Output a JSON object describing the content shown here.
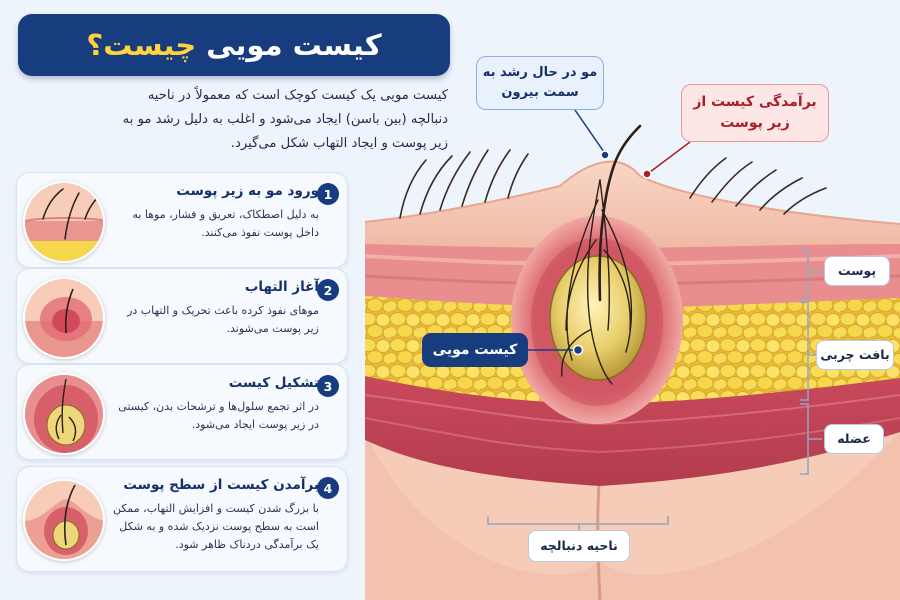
{
  "title": {
    "part1": "کیست مویی",
    "part2": "چیست؟"
  },
  "intro": "کیست مویی یک کیست کوچک است که معمولاً در ناحیه دنبالچه (بین باسن) ایجاد می‌شود و اغلب به دلیل رشد مو به زیر پوست و ایجاد التهاب شکل می‌گیرد.",
  "steps": [
    {
      "number": "1",
      "title": "ورود مو به زیر پوست",
      "desc": "به دلیل اصطکاک، تعریق و فشار، موها به داخل پوست نفوذ می‌کنند."
    },
    {
      "number": "2",
      "title": "آغاز التهاب",
      "desc": "موهای نفوذ کرده باعث تحریک و التهاب در زیر پوست می‌شوند."
    },
    {
      "number": "3",
      "title": "تشکیل کیست",
      "desc": "در اثر تجمع سلول‌ها و ترشحات بدن، کیستی در زیر پوست ایجاد می‌شود."
    },
    {
      "number": "4",
      "title": "برآمدن کیست از سطح پوست",
      "desc": "با بزرگ شدن کیست و افزایش التهاب، ممکن است به سطح پوست نزدیک شده و به شکل یک برآمدگی دردناک ظاهر شود."
    }
  ],
  "labels": {
    "hair_growing": "مو در حال رشد به سمت بیرون",
    "bulge": "برآمدگی کیست از زیر پوست",
    "cyst": "کیست مویی",
    "skin": "پوست",
    "fat": "بافت چربی",
    "muscle": "عضله",
    "region": "ناحیه دنبالچه"
  },
  "colors": {
    "navy": "#173d7f",
    "yellow_accent": "#ffd23f",
    "skin_tone": "#f3c2ae",
    "fat_yellow": "#f6d64a",
    "muscle_red": "#c8485a",
    "bulge_red": "#a91f28"
  }
}
